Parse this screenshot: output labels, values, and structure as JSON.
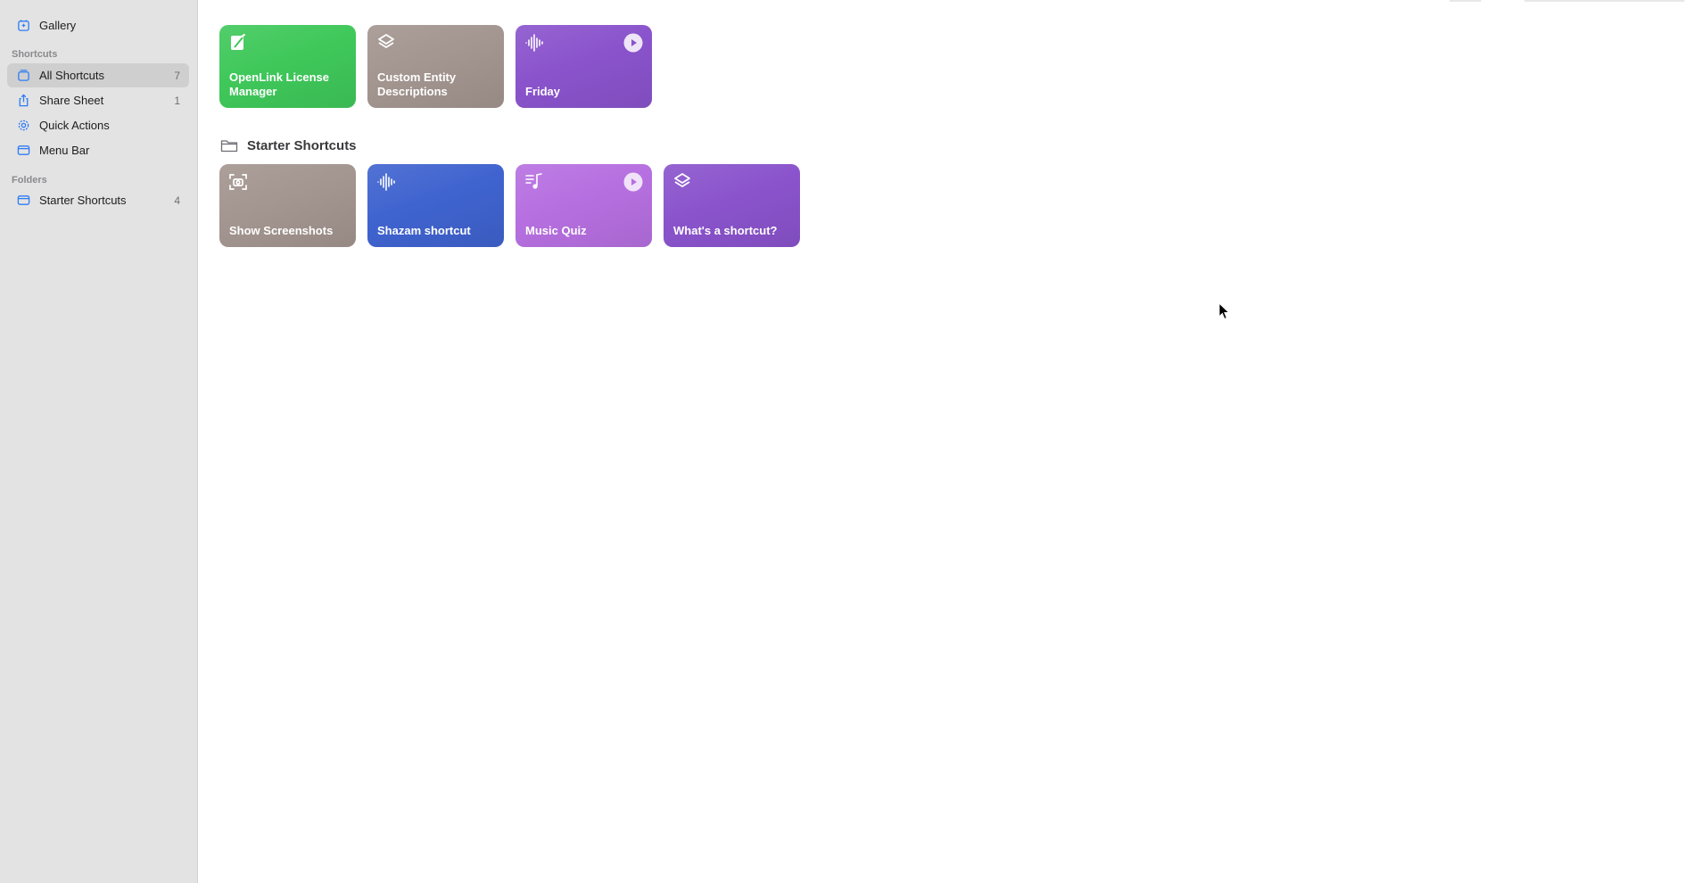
{
  "sidebar": {
    "gallery_label": "Gallery",
    "shortcuts_section": "Shortcuts",
    "items": [
      {
        "label": "All Shortcuts",
        "count": "7",
        "icon": "stack-icon"
      },
      {
        "label": "Share Sheet",
        "count": "1",
        "icon": "share-icon"
      },
      {
        "label": "Quick Actions",
        "count": "",
        "icon": "gear-icon"
      },
      {
        "label": "Menu Bar",
        "count": "",
        "icon": "menubar-icon"
      }
    ],
    "folders_section": "Folders",
    "folders": [
      {
        "label": "Starter Shortcuts",
        "count": "4",
        "icon": "folder-icon"
      }
    ]
  },
  "shortcuts": [
    {
      "title": "OpenLink License Manager",
      "color": "#3fc85a",
      "icon": "notepad-icon",
      "play": false
    },
    {
      "title": "Custom Entity Descriptions",
      "color": "#a3958f",
      "icon": "layers-icon",
      "play": false
    },
    {
      "title": "Friday",
      "color": "#8a53cc",
      "icon": "waveform-icon",
      "play": true
    }
  ],
  "folder_header": "Starter Shortcuts",
  "starter_shortcuts": [
    {
      "title": "Show Screenshots",
      "color": "#a3958f",
      "icon": "screenshot-icon",
      "play": false
    },
    {
      "title": "Shazam shortcut",
      "color": "#3f63cf",
      "icon": "waveform-icon",
      "play": false
    },
    {
      "title": "Music Quiz",
      "color": "#b66fe0",
      "icon": "music-list-icon",
      "play": true
    },
    {
      "title": "What's a shortcut?",
      "color": "#8a53cc",
      "icon": "layers-icon",
      "play": false
    }
  ],
  "colors": {
    "sidebar_bg": "#e3e3e3",
    "accent": "#2f7cf6"
  }
}
